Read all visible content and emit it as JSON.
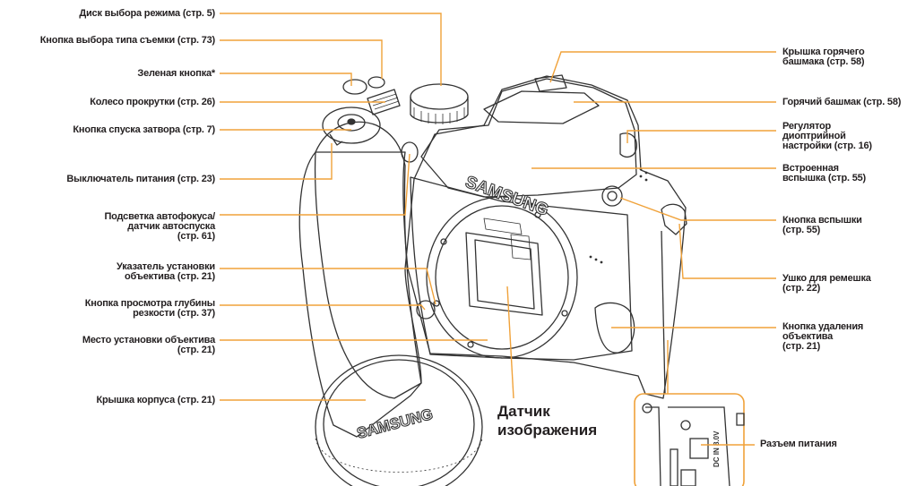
{
  "colors": {
    "leader": "#f0a23a",
    "text": "#231f20",
    "body_line": "#333333"
  },
  "camera": {
    "brand": "SAMSUNG"
  },
  "body_cap": {
    "brand": "SAMSUNG"
  },
  "ports": {
    "dc_label": "DC IN 8.0V"
  },
  "left_labels": [
    "Диск выбора режима (стр. 5)",
    "Кнопка выбора типа съемки (стр. 73)",
    "Зеленая кнопка*",
    "Колесо прокрутки (стр. 26)",
    "Кнопка спуска затвора (стр. 7)",
    "Выключатель питания (стр. 23)",
    "Подсветка автофокуса/\nдатчик автоспуска\n(стр. 61)",
    "Указатель установки\nобъектива (стр. 21)",
    "Кнопка просмотра глубины\nрезкости (стр. 37)",
    "Место установки объектива\n(стр. 21)",
    "Крышка корпуса (стр. 21)"
  ],
  "right_labels": [
    "Крышка горячего\nбашмака (стр. 58)",
    "Горячий башмак (стр. 58)",
    "Регулятор\nдиоптрийной\nнастройки (стр. 16)",
    "Встроенная\nвспышка (стр. 55)",
    "Кнопка вспышки\n(стр. 55)",
    "Ушко для ремешка\n(стр. 22)",
    "Кнопка удаления\nобъектива\n(стр. 21)",
    "Разъем питания"
  ],
  "center_label": "Датчик\nизображения"
}
